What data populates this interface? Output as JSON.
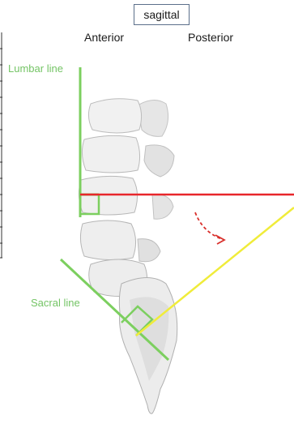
{
  "figure": {
    "view_label": "sagittal",
    "orientation": {
      "anterior": "Anterior",
      "posterior": "Posterior"
    },
    "lines": {
      "lumbar": "Lumbar line",
      "sacral": "Sacral line"
    },
    "colors": {
      "lumbar_line": "#7ccf5f",
      "sacral_line": "#7ccf5f",
      "horizontal_line": "#e8262b",
      "perpendicular_line": "#f0ec3a",
      "rotation_arrow": "#d9302c",
      "bone": "#eeeeee",
      "bone_shadow": "#b8b8b8"
    }
  }
}
